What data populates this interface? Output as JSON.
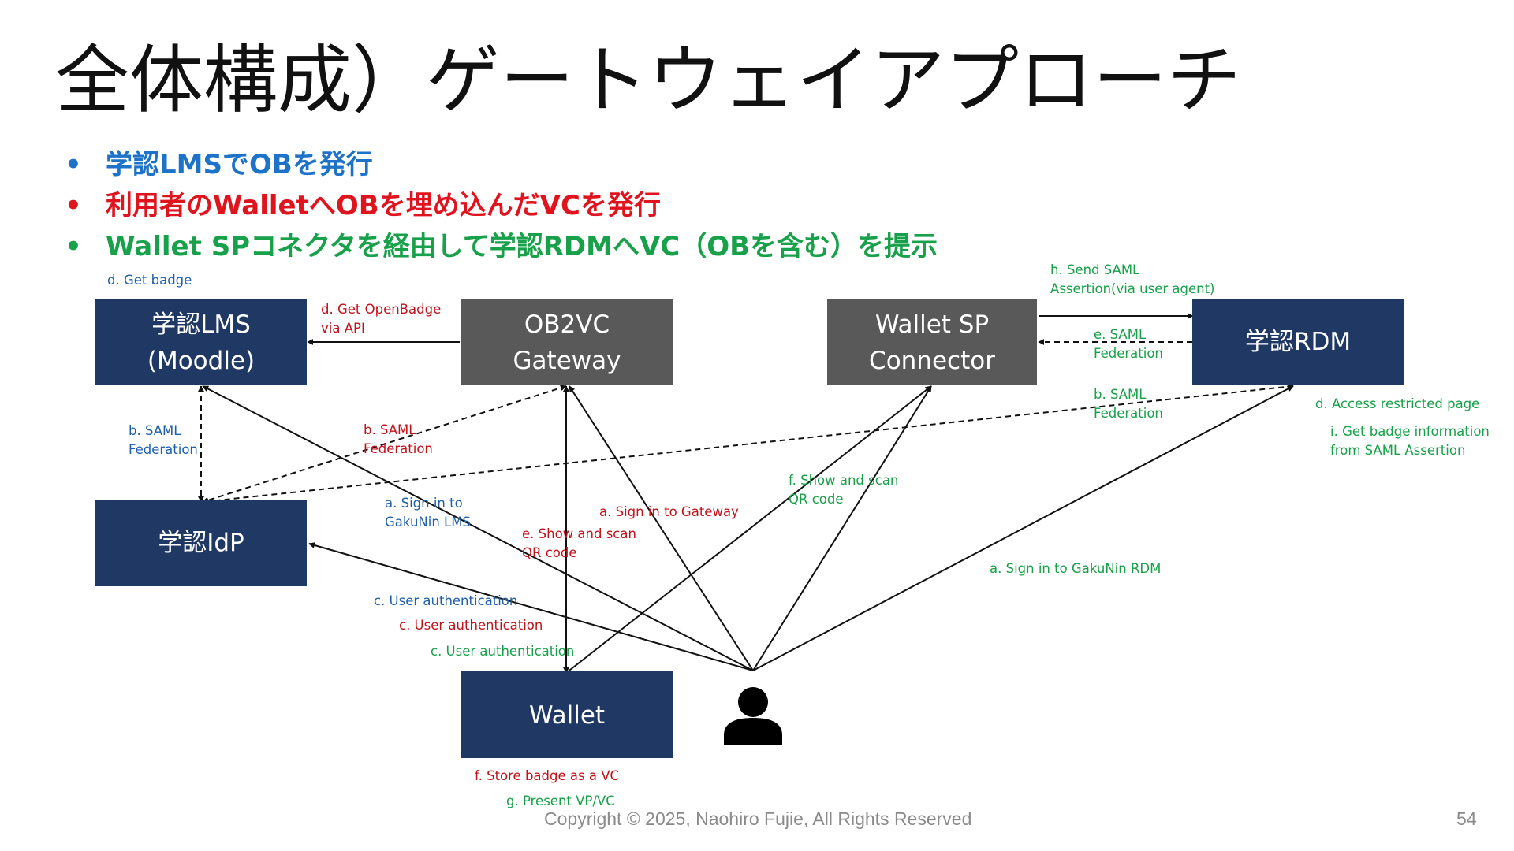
{
  "title": "全体構成）ゲートウェイアプローチ",
  "bullets": [
    {
      "text": "学認LMSでOBを発行",
      "color": "#1e73c8"
    },
    {
      "text": "利用者のWalletへOBを埋め込んだVCを発行",
      "color": "#e0141e"
    },
    {
      "text": "Wallet SPコネクタを経由して学認RDMへVC（OBを含む）を提示",
      "color": "#18a04a"
    }
  ],
  "boxes": {
    "lms": {
      "line1": "学認LMS",
      "line2": "(Moodle)"
    },
    "gateway": {
      "line1": "OB2VC",
      "line2": "Gateway"
    },
    "connector": {
      "line1": "Wallet SP",
      "line2": "Connector"
    },
    "rdm": {
      "label": "学認RDM"
    },
    "idp": {
      "label": "学認IdP"
    },
    "wallet": {
      "label": "Wallet"
    }
  },
  "colors": {
    "dark_box": "#1f3864",
    "gray_box": "#595959",
    "blue": "#1f5fa8",
    "red": "#c0121b",
    "green": "#18a04a"
  },
  "icons": {
    "user": "person-icon"
  },
  "labels": {
    "d_get_badge": "d. Get badge",
    "d_get_openbadge_1": "d. Get OpenBadge",
    "d_get_openbadge_2": "via API",
    "h_send_saml_1": "h. Send SAML",
    "h_send_saml_2": "Assertion(via user agent)",
    "e_saml_1": "e. SAML",
    "e_saml_2": "Federation",
    "b_saml_green_1": "b. SAML",
    "b_saml_green_2": "Federation",
    "d_access": "d. Access restricted page",
    "i_get_badge_1": "i. Get badge information",
    "i_get_badge_2": "from SAML Assertion",
    "b_saml_blue_1": "b. SAML",
    "b_saml_blue_2": "Federation",
    "b_saml_red_1": "b. SAML",
    "b_saml_red_2": "Federation",
    "f_show_scan_1": "f. Show and scan",
    "f_show_scan_2": "QR code",
    "a_sign_lms_1": "a. Sign in to",
    "a_sign_lms_2": "GakuNin LMS",
    "a_sign_gateway": "a. Sign in to Gateway",
    "e_show_scan_1": "e. Show and scan",
    "e_show_scan_2": "QR code",
    "a_sign_rdm": "a. Sign in to GakuNin RDM",
    "c_auth_blue": "c. User authentication",
    "c_auth_red": "c. User authentication",
    "c_auth_green": "c. User authentication",
    "f_store": "f. Store badge as a VC",
    "g_present": "g. Present VP/VC"
  },
  "footer": {
    "copyright": "Copyright © 2025, Naohiro Fujie, All Rights Reserved",
    "page": "54"
  }
}
